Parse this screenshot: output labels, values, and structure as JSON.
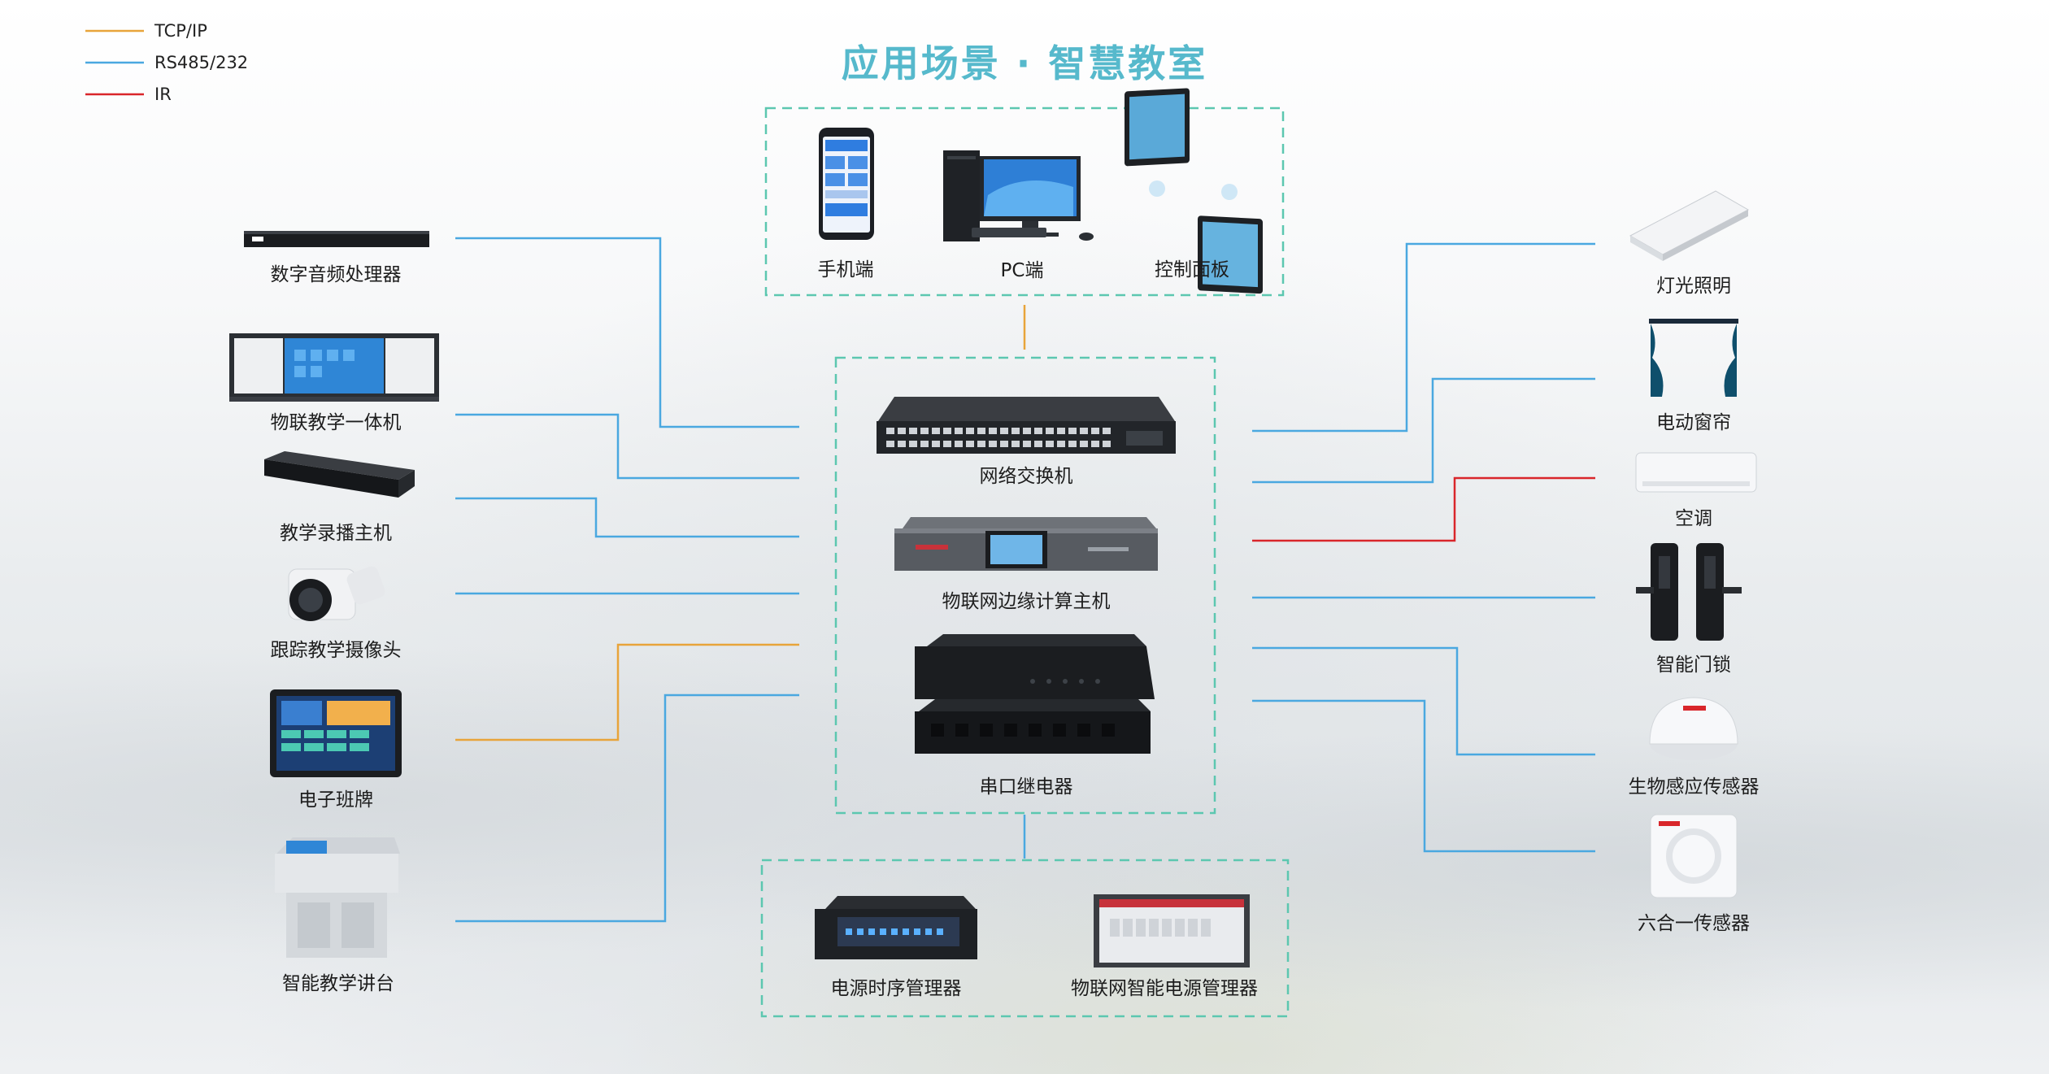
{
  "title": "应用场景 · 智慧教室",
  "legend": [
    {
      "label": "TCP/IP",
      "color": "#e8a43a"
    },
    {
      "label": "RS485/232",
      "color": "#4aa8e0"
    },
    {
      "label": "IR",
      "color": "#d9262b"
    }
  ],
  "top_group": [
    "手机端",
    "PC端",
    "控制面板"
  ],
  "center_group": [
    "网络交换机",
    "物联网边缘计算主机",
    "串口继电器"
  ],
  "bottom_group": [
    "电源时序管理器",
    "物联网智能电源管理器"
  ],
  "left_devices": [
    "数字音频处理器",
    "物联教学一体机",
    "教学录播主机",
    "跟踪教学摄像头",
    "电子班牌",
    "智能教学讲台"
  ],
  "right_devices": [
    "灯光照明",
    "电动窗帘",
    "空调",
    "智能门锁",
    "生物感应传感器",
    "六合一传感器"
  ],
  "colors": {
    "title": "#56b9cc",
    "frame": "#5cc7b0",
    "tcp": "#e8a43a",
    "rs485": "#4aa8e0",
    "ir": "#d9262b"
  }
}
